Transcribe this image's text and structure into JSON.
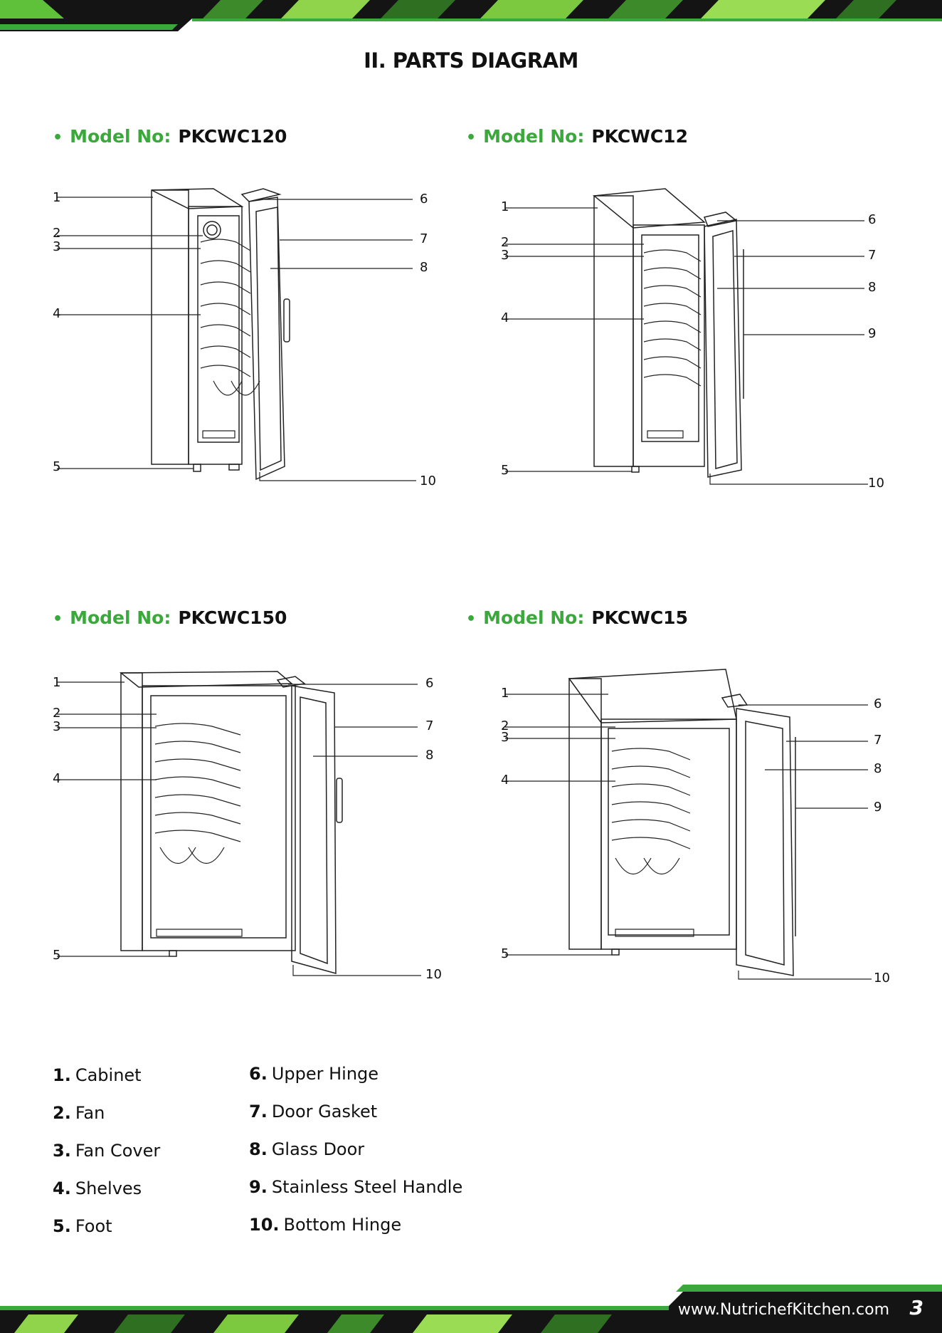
{
  "title": "II. PARTS DIAGRAM",
  "models": [
    {
      "label": "Model No:",
      "number": "PKCWC120"
    },
    {
      "label": "Model No:",
      "number": "PKCWC12"
    },
    {
      "label": "Model No:",
      "number": "PKCWC150"
    },
    {
      "label": "Model No:",
      "number": "PKCWC15"
    }
  ],
  "diagram_numbers": {
    "d1": [
      "1",
      "2",
      "3",
      "4",
      "5",
      "6",
      "7",
      "8",
      "10"
    ],
    "d2": [
      "1",
      "2",
      "3",
      "4",
      "5",
      "6",
      "7",
      "8",
      "9",
      "10"
    ],
    "d3": [
      "1",
      "2",
      "3",
      "4",
      "5",
      "6",
      "7",
      "8",
      "10"
    ],
    "d4": [
      "1",
      "2",
      "3",
      "4",
      "5",
      "6",
      "7",
      "8",
      "9",
      "10"
    ]
  },
  "parts": [
    {
      "num": "1.",
      "name": "Cabinet"
    },
    {
      "num": "2.",
      "name": "Fan"
    },
    {
      "num": "3.",
      "name": "Fan Cover"
    },
    {
      "num": "4.",
      "name": "Shelves"
    },
    {
      "num": "5.",
      "name": "Foot"
    },
    {
      "num": "6.",
      "name": "Upper Hinge"
    },
    {
      "num": "7.",
      "name": "Door Gasket"
    },
    {
      "num": "8.",
      "name": "Glass Door"
    },
    {
      "num": "9.",
      "name": "Stainless Steel Handle"
    },
    {
      "num": "10.",
      "name": "Bottom Hinge"
    }
  ],
  "footer": {
    "url": "www.NutrichefKitchen.com",
    "page": "3"
  },
  "colors": {
    "brand_green": "#3aa83a",
    "dark_band": "#141414",
    "light_green": "#8fd44a"
  }
}
